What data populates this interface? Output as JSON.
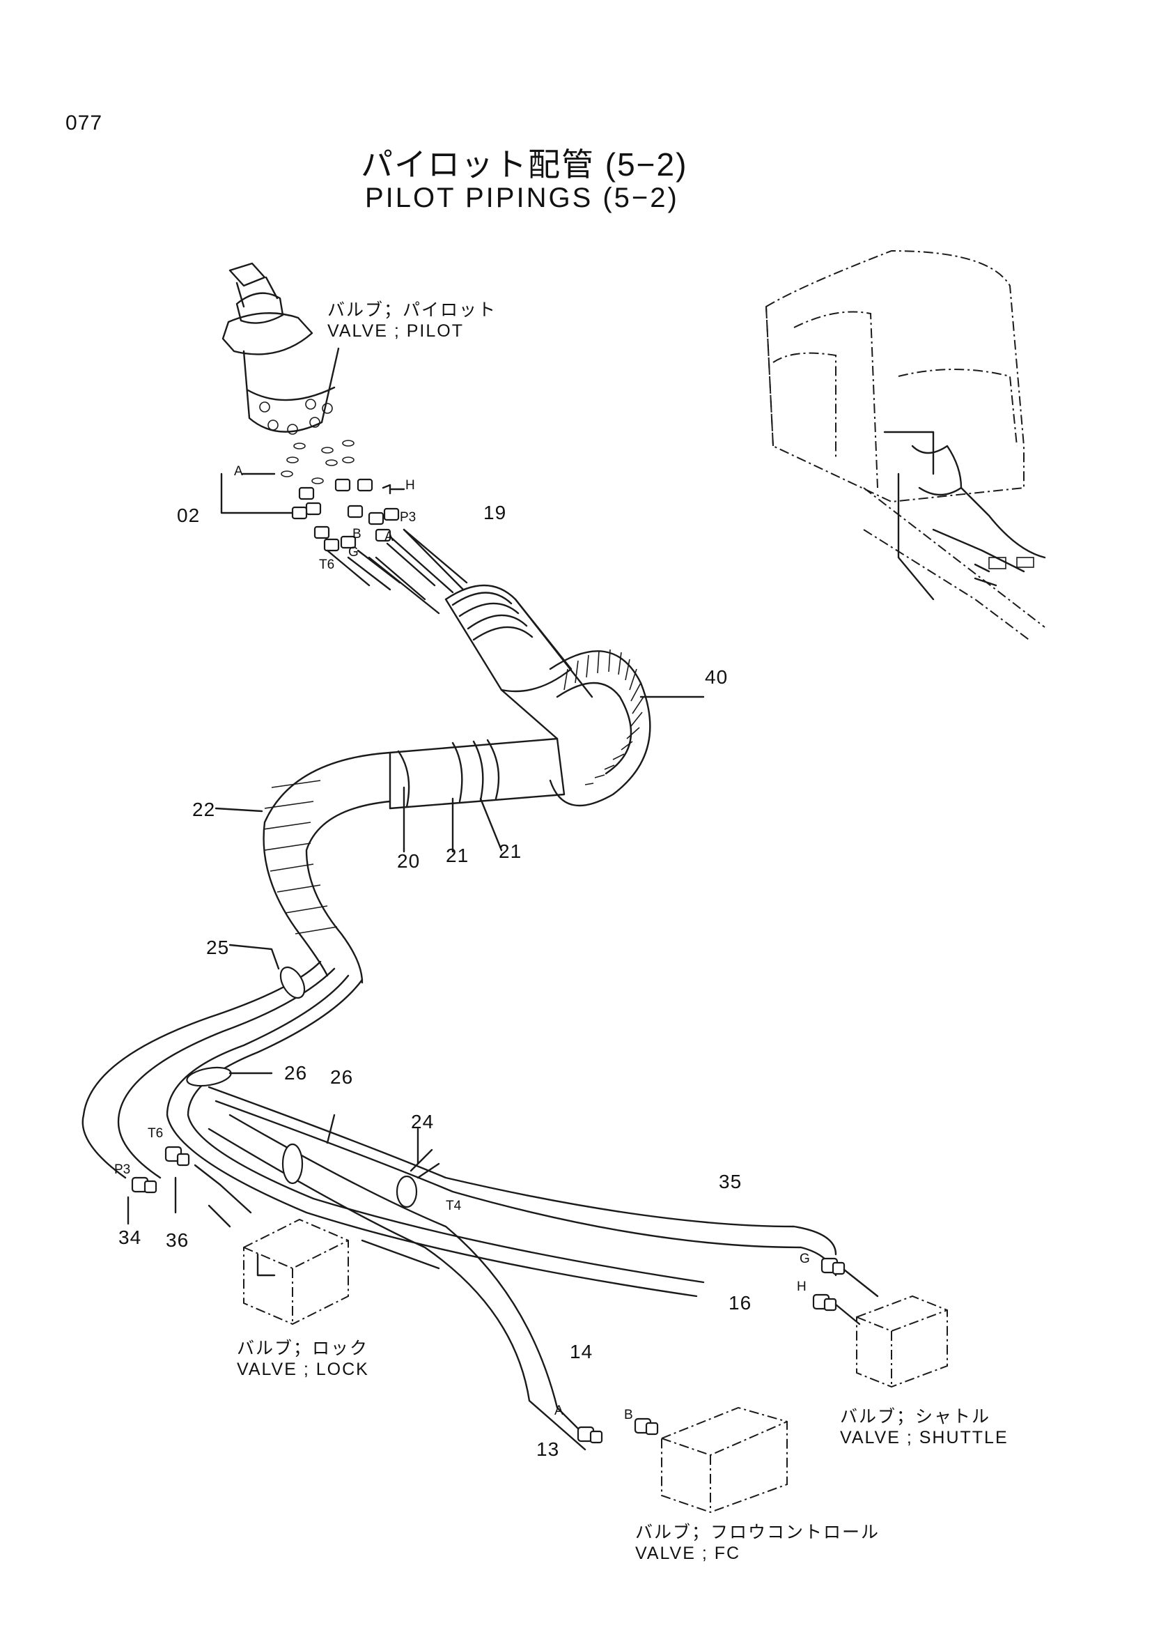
{
  "header": {
    "page_number": "077",
    "title_ja": "パイロット配管 (5−2)",
    "title_en": "PILOT PIPINGS (5−2)"
  },
  "components": {
    "valve_pilot": {
      "ja": "バルブ；パイロット",
      "en": "VALVE ; PILOT"
    },
    "valve_lock": {
      "ja": "バルブ；ロック",
      "en": "VALVE ; LOCK"
    },
    "valve_shuttle": {
      "ja": "バルブ；シャトル",
      "en": "VALVE ; SHUTTLE"
    },
    "valve_fc": {
      "ja": "バルブ；フロウコントロール",
      "en": "VALVE ; FC"
    }
  },
  "part_numbers": {
    "p02": "02",
    "p19": "19",
    "p40": "40",
    "p22": "22",
    "p20": "20",
    "p21a": "21",
    "p21b": "21",
    "p25": "25",
    "p26a": "26",
    "p26b": "26",
    "p24": "24",
    "p35": "35",
    "p16": "16",
    "p14": "14",
    "p13": "13",
    "p34": "34",
    "p36": "36"
  },
  "port_labels": {
    "a_top": "A",
    "h_top": "H",
    "p3_top": "P3",
    "b_top": "B",
    "a_mid": "A",
    "g_top": "G",
    "t6_top": "T6",
    "t6_low": "T6",
    "p3_low": "P3",
    "t4": "T4",
    "g_shuttle": "G",
    "h_shuttle": "H",
    "a_fc": "A",
    "b_fc": "B"
  }
}
